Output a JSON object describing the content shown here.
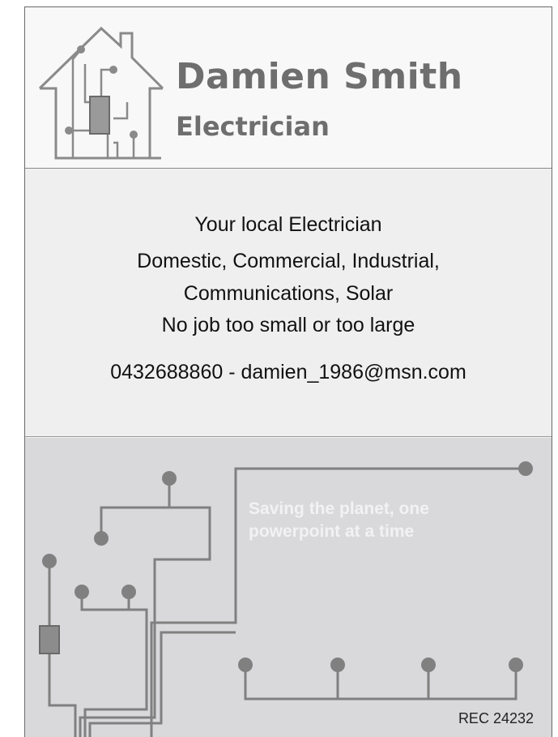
{
  "header": {
    "name": "Damien Smith",
    "trade": "Electrician",
    "logo_icon": "house-circuit-icon"
  },
  "services": {
    "lines": [
      "Your local Electrician",
      "Domestic, Commercial, Industrial,",
      "Communications, Solar",
      "No job too small or too large"
    ],
    "contact": "0432688860 - damien_1986@msn.com"
  },
  "footer": {
    "slogan_line1": "Saving the planet, one",
    "slogan_line2": "powerpoint at a time",
    "license": "REC 24232",
    "decoration_icon": "circuit-trace-icon"
  },
  "colors": {
    "text_grey": "#6e6e6e",
    "circuit_grey": "#808080",
    "bottom_panel": "#d9d9dc"
  }
}
